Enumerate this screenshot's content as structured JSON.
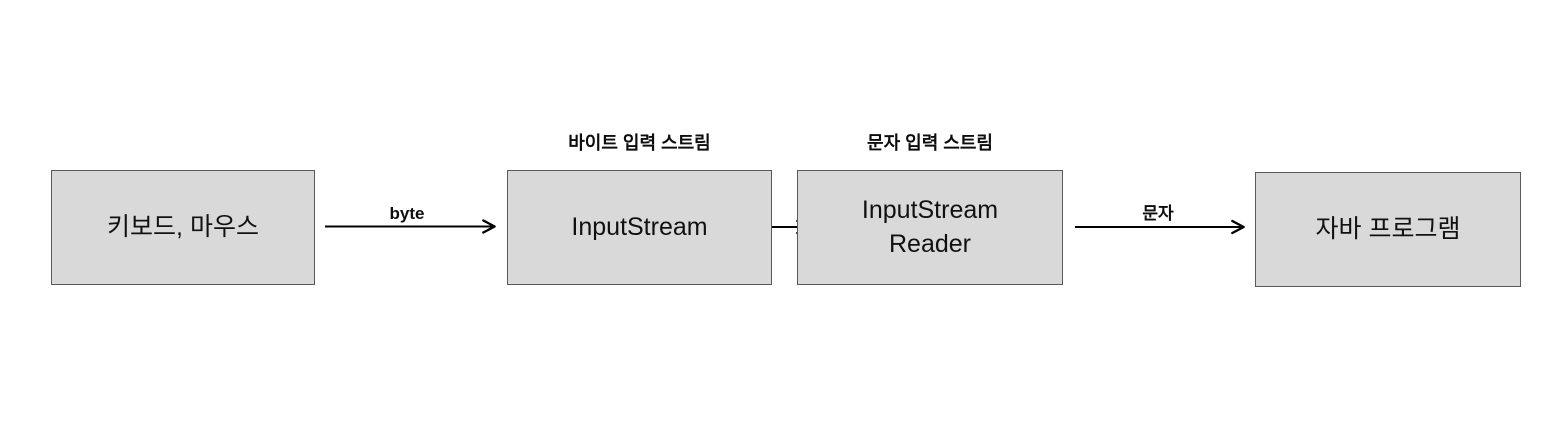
{
  "diagram": {
    "description": "Java input stream flow diagram",
    "colors": {
      "background": "#ffffff",
      "node_fill": "#d9d9d9",
      "node_border": "#595959",
      "arrow": "#000000",
      "text": "#111111"
    },
    "nodes": [
      {
        "id": "keyboard-mouse",
        "label": "키보드, 마우스",
        "caption": ""
      },
      {
        "id": "input-stream",
        "label": "InputStream",
        "caption": "바이트 입력 스트림"
      },
      {
        "id": "input-stream-reader",
        "label": "InputStream\nReader",
        "caption": "문자 입력 스트림"
      },
      {
        "id": "java-program",
        "label": "자바 프로그램",
        "caption": ""
      }
    ],
    "edges": [
      {
        "from": "keyboard-mouse",
        "to": "input-stream",
        "label": "byte"
      },
      {
        "from": "input-stream",
        "to": "input-stream-reader",
        "label": ""
      },
      {
        "from": "input-stream-reader",
        "to": "java-program",
        "label": "문자"
      }
    ]
  }
}
